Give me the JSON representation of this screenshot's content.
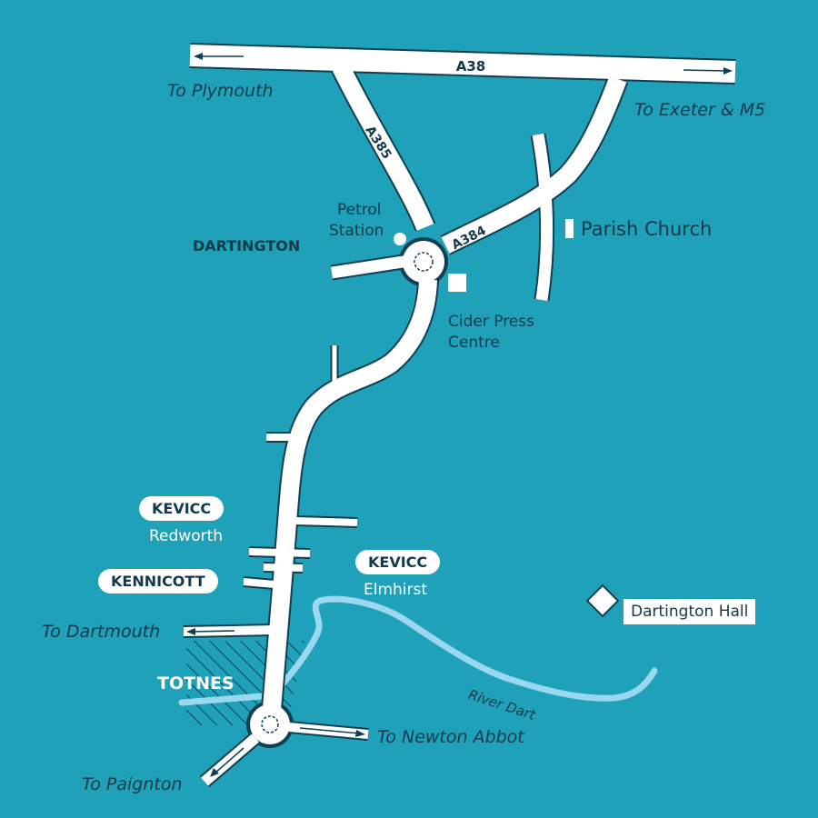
{
  "roads": {
    "a38": "A38",
    "a385": "A385",
    "a384": "A384"
  },
  "directions": {
    "plymouth": "To Plymouth",
    "exeter": "To Exeter & M5",
    "dartmouth": "To Dartmouth",
    "newton_abbot": "To Newton Abbot",
    "paignton": "To Paignton"
  },
  "places": {
    "dartington": "DARTINGTON",
    "totnes": "TOTNES"
  },
  "points_of_interest": {
    "petrol_station": [
      "Petrol",
      "Station"
    ],
    "parish_church": "Parish Church",
    "cider_press": [
      "Cider Press",
      "Centre"
    ],
    "dartington_hall": "Dartington Hall"
  },
  "schools": {
    "kevicc_redworth": {
      "badge": "KEVICC",
      "site": "Redworth"
    },
    "kennicott": {
      "badge": "KENNICOTT"
    },
    "kevicc_elmhirst": {
      "badge": "KEVICC",
      "site": "Elmhirst"
    }
  },
  "river": {
    "name": "River Dart"
  },
  "colors": {
    "background": "#1fa1b9",
    "road": "#ffffff",
    "road_edge": "#0e3f52",
    "text_dark": "#123a4a",
    "river": "#9ad8f0"
  }
}
